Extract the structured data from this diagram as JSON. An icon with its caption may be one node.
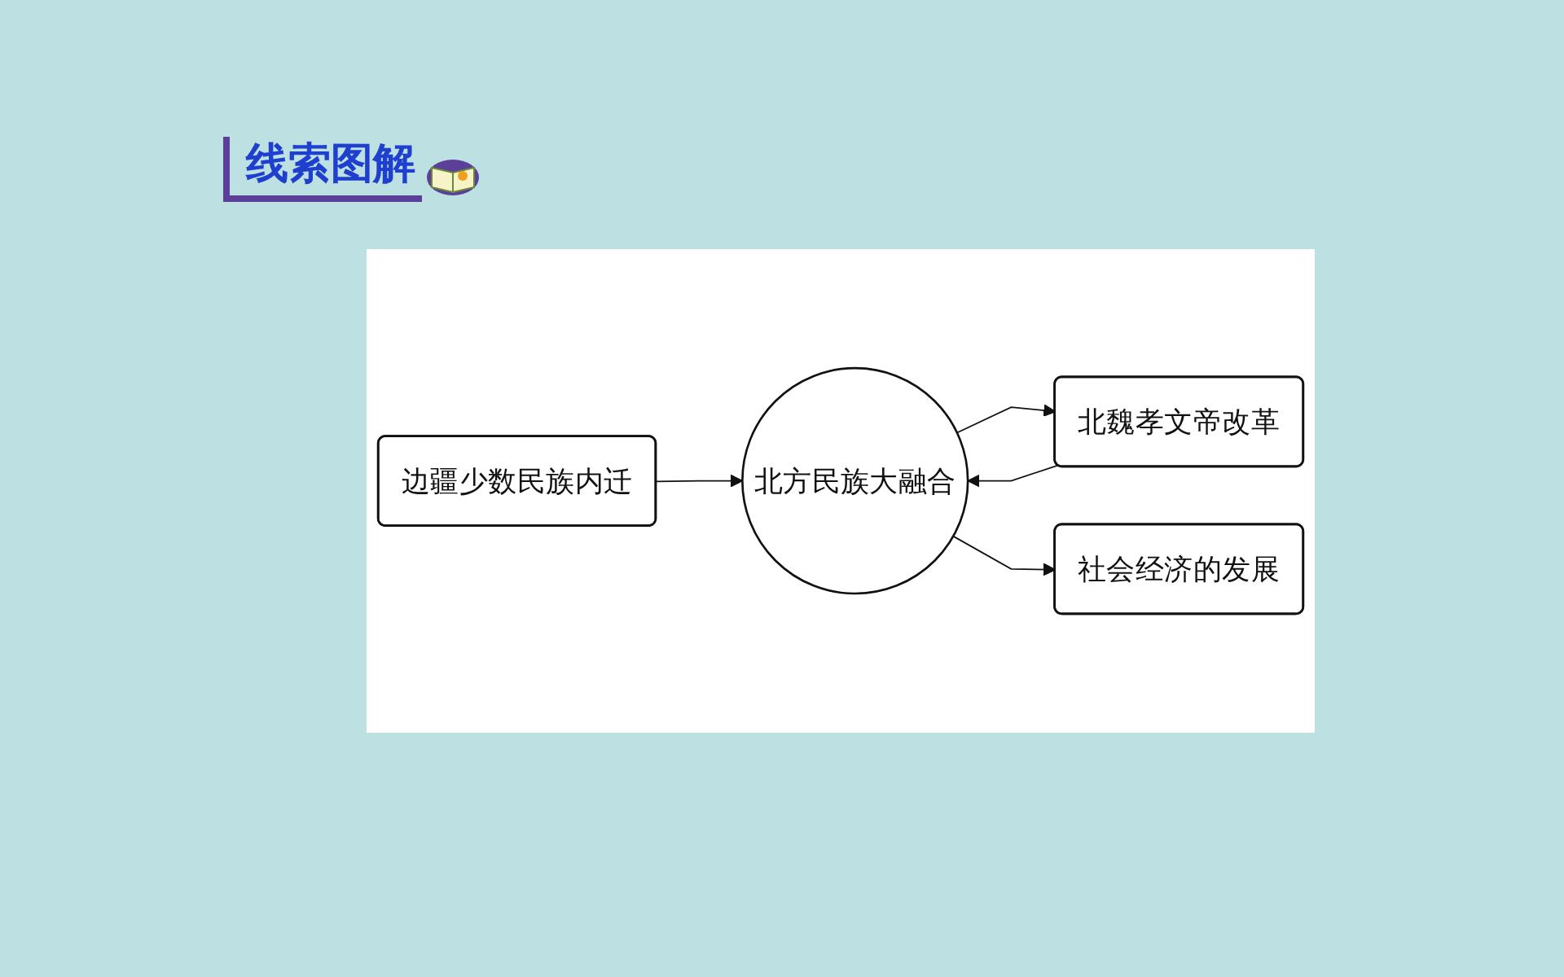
{
  "diagram": {
    "title": "线索图解",
    "nodes": [
      {
        "text": [
          "边疆少数民族内迁"
        ]
      },
      {
        "text": [
          "北方民族大融合"
        ]
      },
      {
        "text": [
          "北魏孝文帝改革"
        ]
      },
      {
        "text": [
          "社会经济的发展"
        ]
      }
    ],
    "edges": [
      {
        "from": 0,
        "to": 1,
        "arrow": "to"
      },
      {
        "from": 2,
        "to": 1,
        "arrow": "to"
      },
      {
        "from": 1,
        "to": 2,
        "arrow": "to"
      },
      {
        "from": 1,
        "to": 3,
        "arrow": "to"
      }
    ]
  }
}
